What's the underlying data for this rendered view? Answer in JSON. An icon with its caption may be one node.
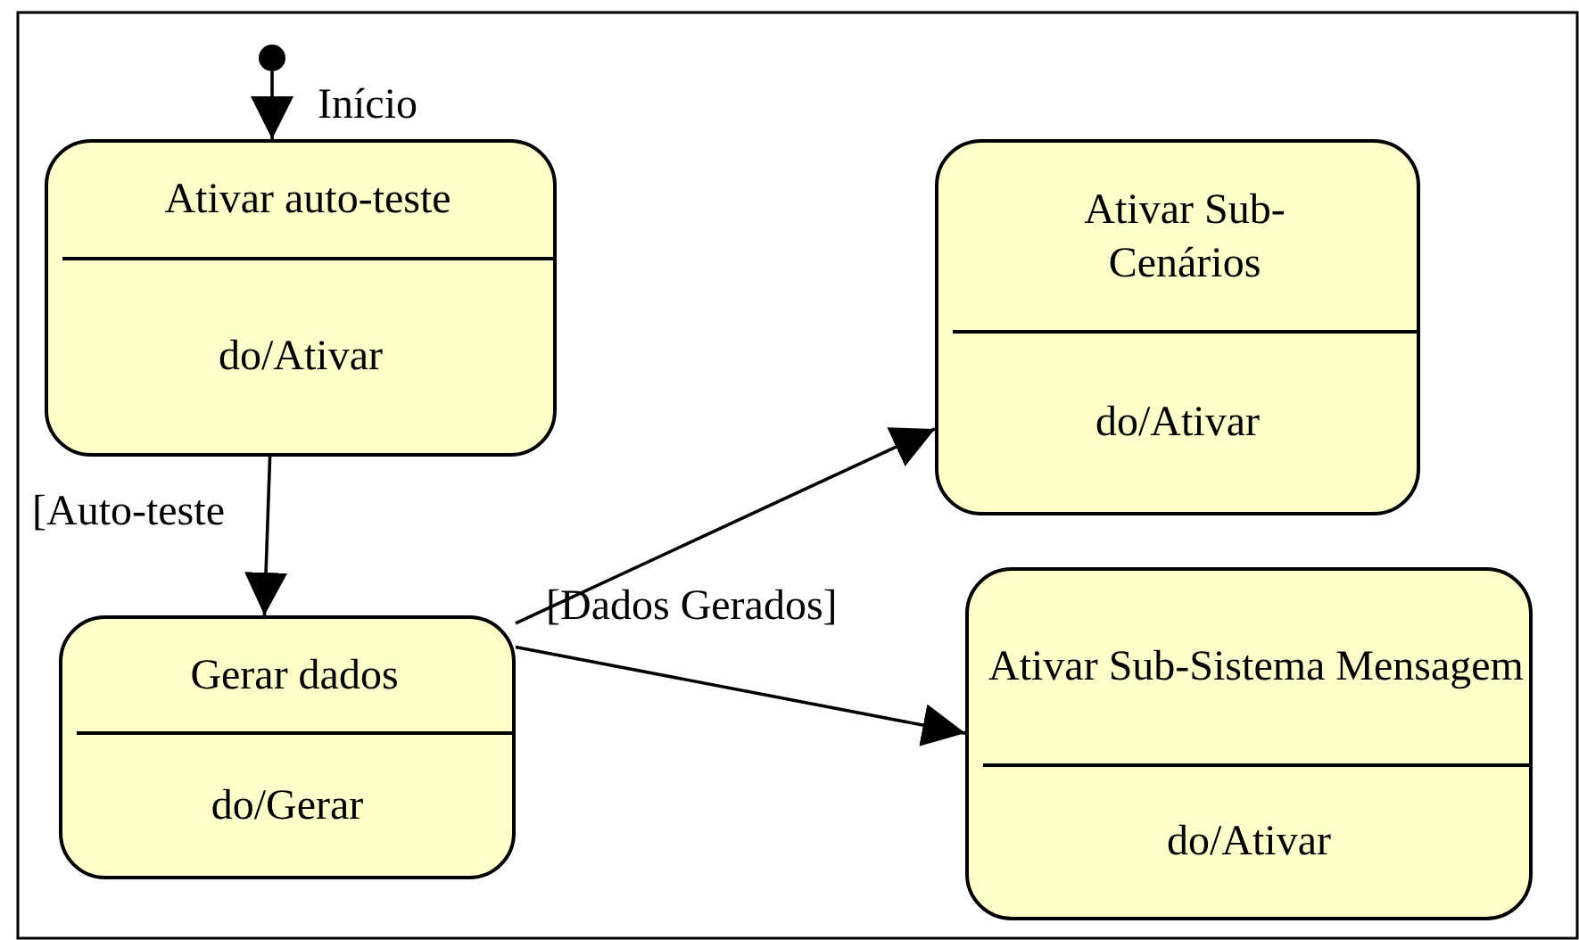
{
  "diagram": {
    "nodes": [
      {
        "text": [],
        "shape": "circle"
      },
      {
        "text": [
          "Ativar auto-teste",
          "do/Ativar"
        ]
      },
      {
        "text": [
          "Ativar Sub- Cenários",
          "do/Ativar"
        ]
      },
      {
        "text": [
          "Gerar dados",
          "do/Gerar"
        ]
      },
      {
        "text": [
          "Ativar Sub-Sistema Mensagem",
          "do/Ativar"
        ]
      }
    ],
    "edges": [
      {
        "from": 0,
        "to": 1,
        "arrow": "to",
        "label": "Início"
      },
      {
        "from": 1,
        "to": 3,
        "arrow": "to",
        "label": "[Auto-teste"
      },
      {
        "from": 3,
        "to": 2,
        "arrow": "to",
        "label": "[Dados Gerados]"
      },
      {
        "from": 3,
        "to": 4,
        "arrow": "to"
      }
    ]
  }
}
